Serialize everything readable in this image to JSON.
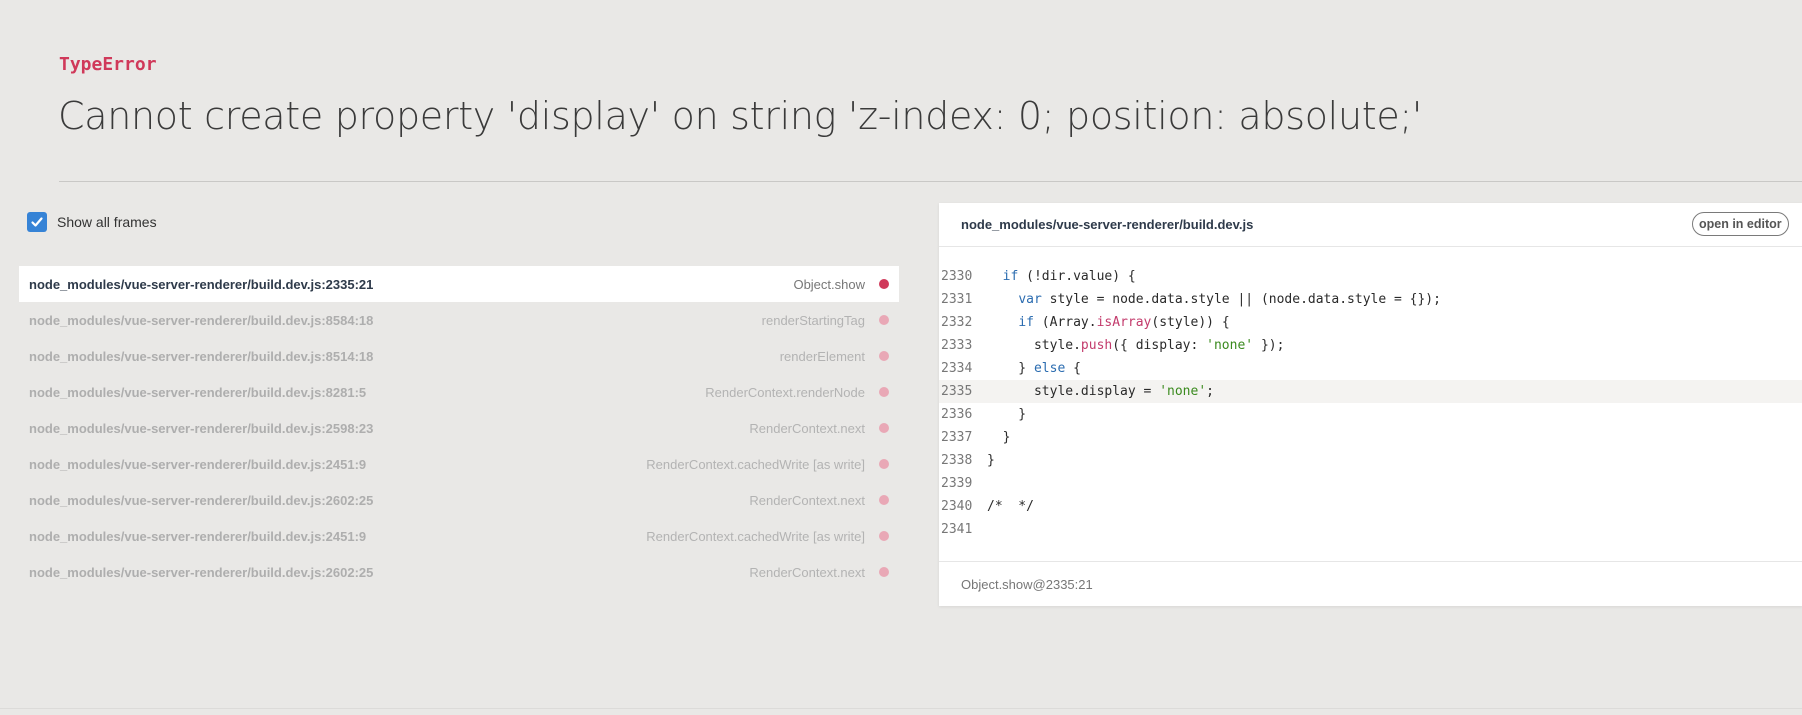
{
  "error": {
    "type": "TypeError",
    "message": "Cannot create property 'display' on string 'z-index: 0; position: absolute;'"
  },
  "toggle": {
    "label": "Show all frames",
    "checked": true
  },
  "frames": [
    {
      "file": "node_modules/vue-server-renderer/build.dev.js:2335:21",
      "method": "Object.show",
      "active": true
    },
    {
      "file": "node_modules/vue-server-renderer/build.dev.js:8584:18",
      "method": "renderStartingTag",
      "active": false
    },
    {
      "file": "node_modules/vue-server-renderer/build.dev.js:8514:18",
      "method": "renderElement",
      "active": false
    },
    {
      "file": "node_modules/vue-server-renderer/build.dev.js:8281:5",
      "method": "RenderContext.renderNode",
      "active": false
    },
    {
      "file": "node_modules/vue-server-renderer/build.dev.js:2598:23",
      "method": "RenderContext.next",
      "active": false
    },
    {
      "file": "node_modules/vue-server-renderer/build.dev.js:2451:9",
      "method": "RenderContext.cachedWrite [as write]",
      "active": false
    },
    {
      "file": "node_modules/vue-server-renderer/build.dev.js:2602:25",
      "method": "RenderContext.next",
      "active": false
    },
    {
      "file": "node_modules/vue-server-renderer/build.dev.js:2451:9",
      "method": "RenderContext.cachedWrite [as write]",
      "active": false
    },
    {
      "file": "node_modules/vue-server-renderer/build.dev.js:2602:25",
      "method": "RenderContext.next",
      "active": false
    }
  ],
  "code_panel": {
    "file": "node_modules/vue-server-renderer/build.dev.js",
    "open_editor_label": "open in editor",
    "highlight_line": "2335",
    "footer": "Object.show@2335:21",
    "lines": [
      {
        "num": "2330",
        "code": "  if (!dir.value) {"
      },
      {
        "num": "2331",
        "code": "    var style = node.data.style || (node.data.style = {});"
      },
      {
        "num": "2332",
        "code": "    if (Array.isArray(style)) {"
      },
      {
        "num": "2333",
        "code": "      style.push({ display: 'none' });"
      },
      {
        "num": "2334",
        "code": "    } else {"
      },
      {
        "num": "2335",
        "code": "      style.display = 'none';"
      },
      {
        "num": "2336",
        "code": "    }"
      },
      {
        "num": "2337",
        "code": "  }"
      },
      {
        "num": "2338",
        "code": "}"
      },
      {
        "num": "2339",
        "code": ""
      },
      {
        "num": "2340",
        "code": "/*  */"
      },
      {
        "num": "2341",
        "code": ""
      }
    ]
  },
  "colors": {
    "accent_red": "#d0395a",
    "checkbox_blue": "#3683d6",
    "background": "#e9e8e6"
  }
}
